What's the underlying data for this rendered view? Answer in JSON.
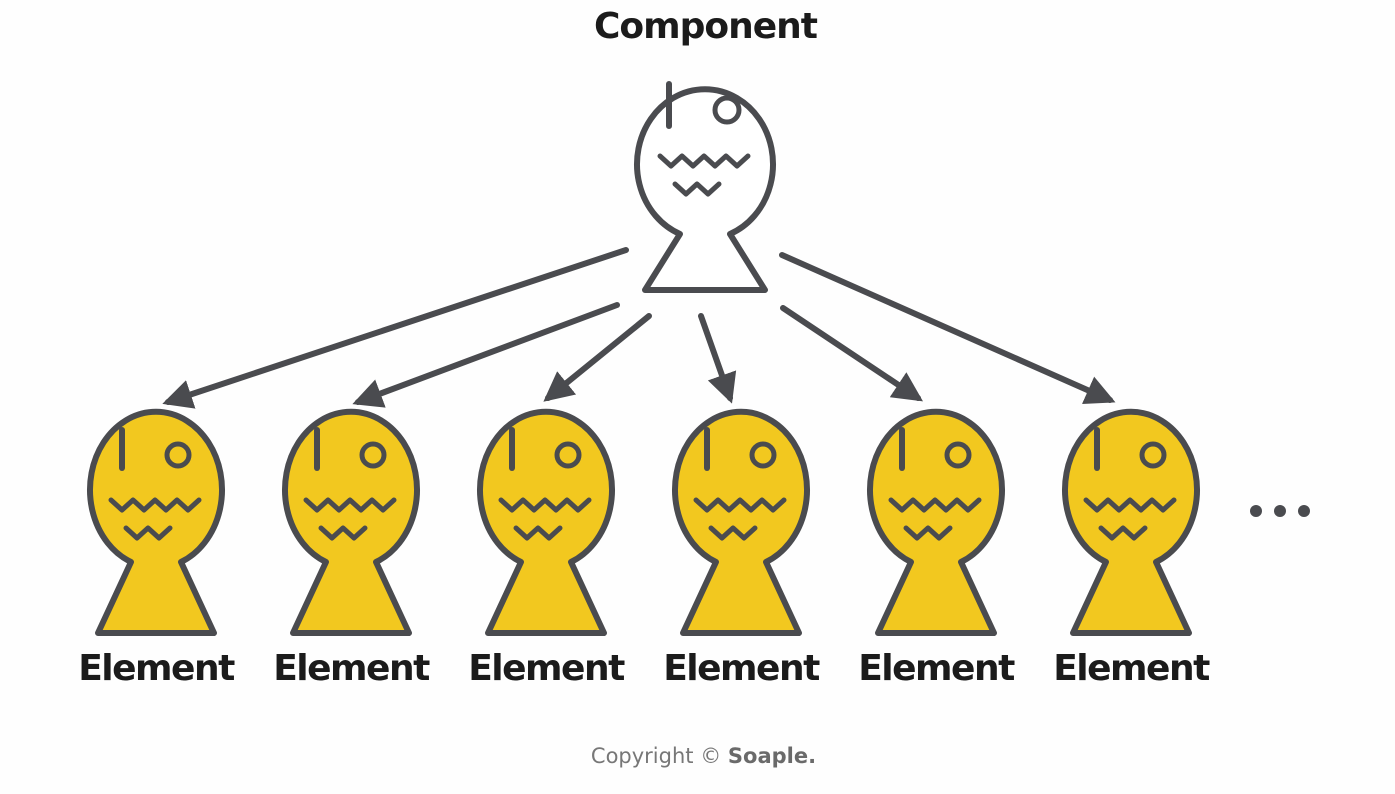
{
  "diagram": {
    "root": {
      "label": "Component"
    },
    "children": [
      {
        "label": "Element"
      },
      {
        "label": "Element"
      },
      {
        "label": "Element"
      },
      {
        "label": "Element"
      },
      {
        "label": "Element"
      },
      {
        "label": "Element"
      }
    ],
    "more_indicator": "...",
    "colors": {
      "outline": "#4a4b4f",
      "root_fill": "#ffffff",
      "child_fill": "#f2c81f"
    },
    "icon": "fish-shaped-bun-icon"
  },
  "footer": {
    "copyright_prefix": "Copyright ©",
    "brand": "Soaple."
  }
}
